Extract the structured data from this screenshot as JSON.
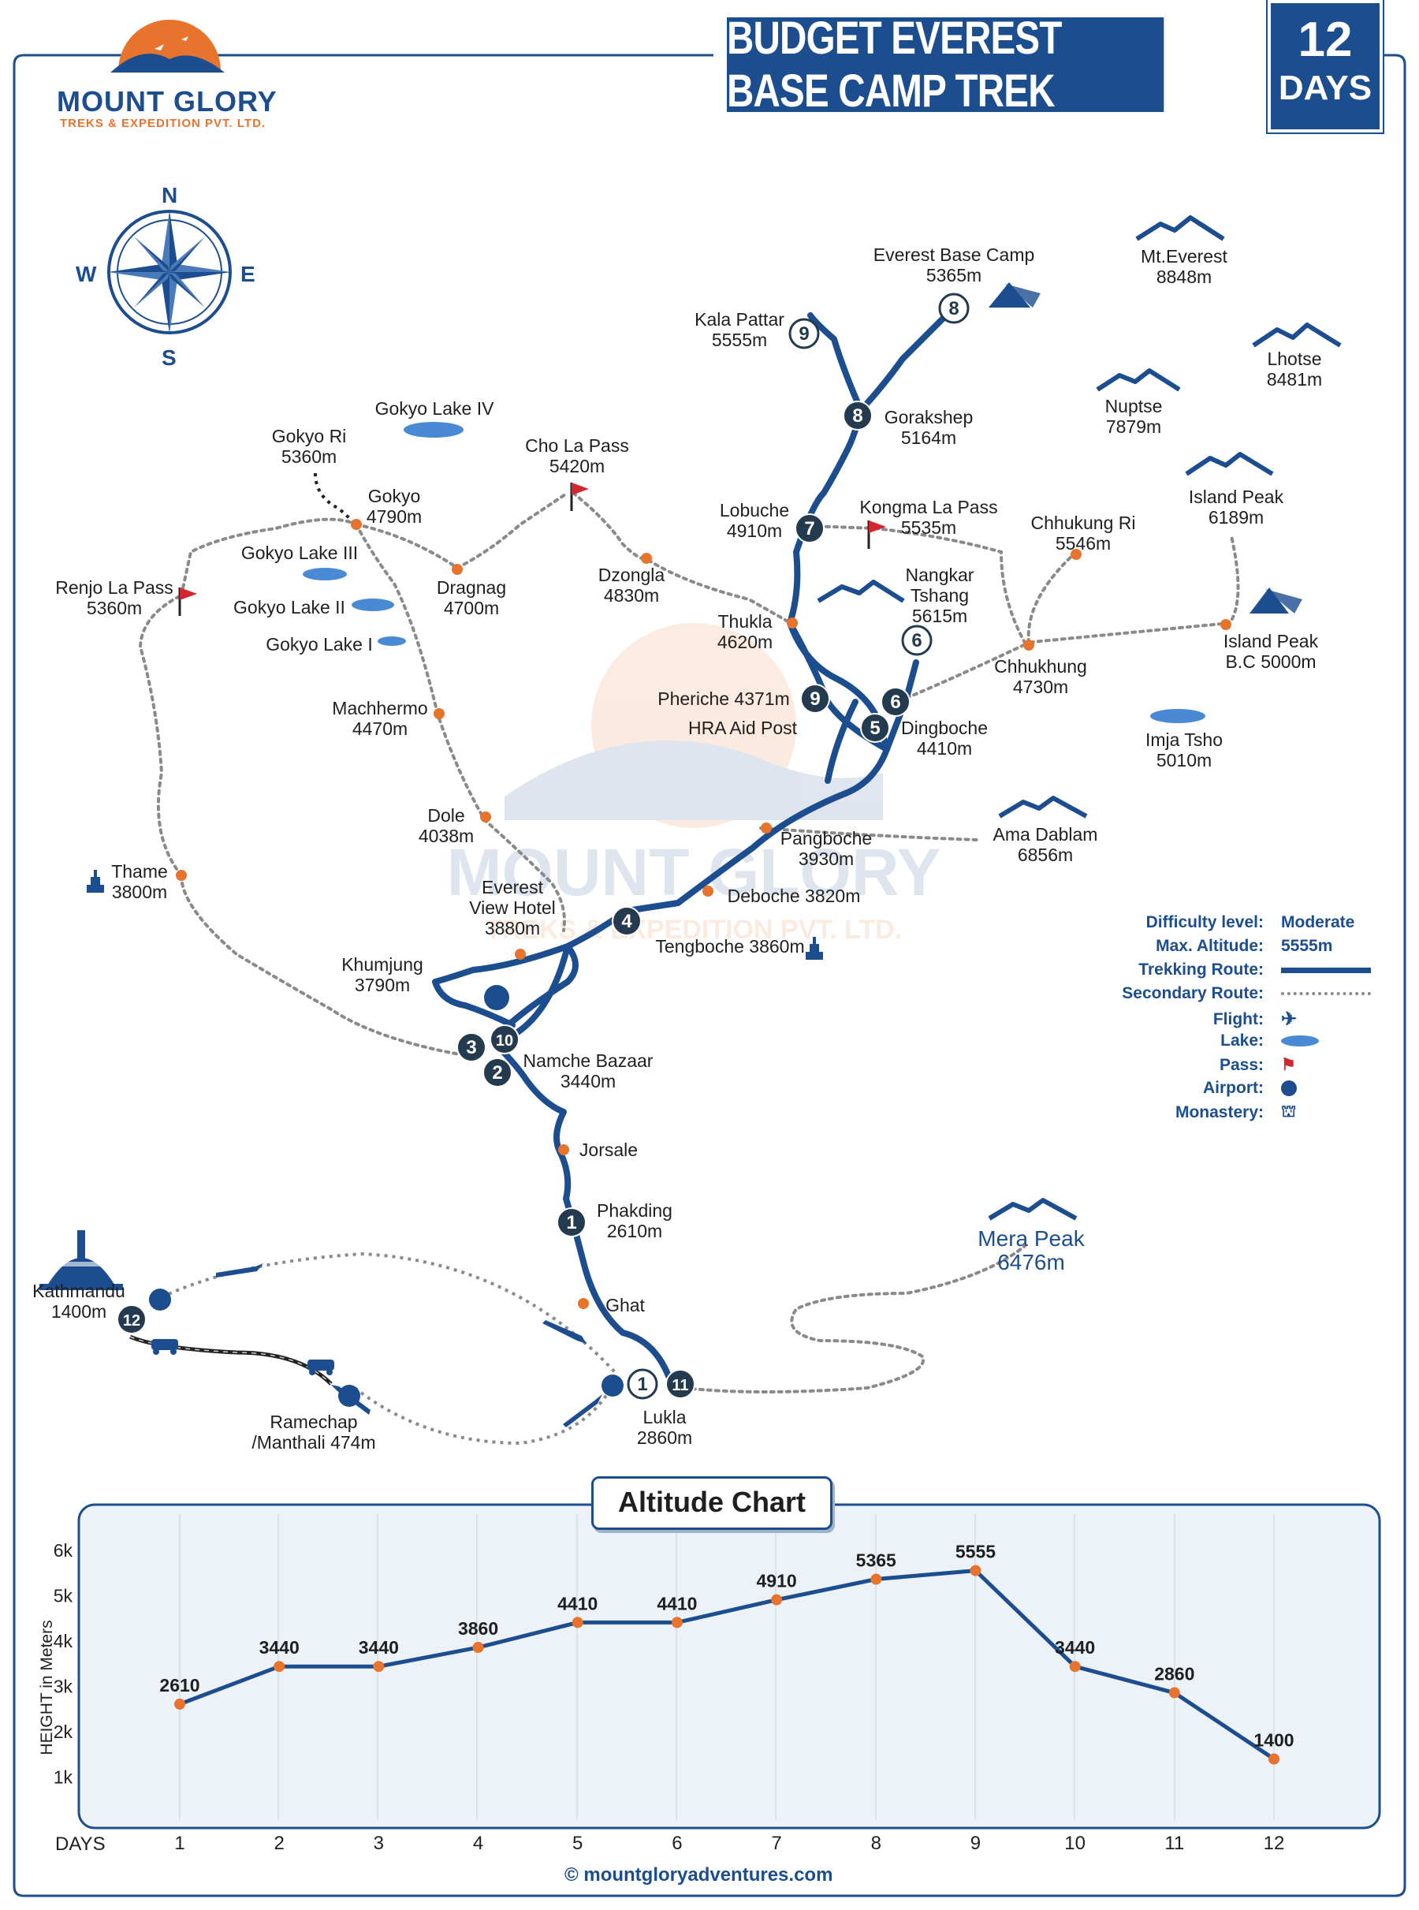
{
  "header": {
    "brand_name": "MOUNT GLORY",
    "brand_sub": "TREKS & EXPEDITION PVT. LTD.",
    "title": "BUDGET EVEREST BASE CAMP TREK",
    "days_number": "12",
    "days_label": "DAYS"
  },
  "compass": {
    "n": "N",
    "s": "S",
    "e": "E",
    "w": "W"
  },
  "places": {
    "ebc": [
      "Everest Base Camp",
      "5365m"
    ],
    "kala_pattar": [
      "Kala Pattar",
      "5555m"
    ],
    "gorakshep": [
      "Gorakshep",
      "5164m"
    ],
    "lobuche": [
      "Lobuche",
      "4910m"
    ],
    "kongma": [
      "Kongma La Pass",
      "5535m"
    ],
    "nangkar": [
      "Nangkar",
      "Tshang",
      "5615m"
    ],
    "chhukung_ri": [
      "Chhukung Ri",
      "5546m"
    ],
    "island_peak": [
      "Island Peak",
      "6189m"
    ],
    "island_bc": [
      "Island Peak",
      "B.C 5000m"
    ],
    "chhukhung": [
      "Chhukhung",
      "4730m"
    ],
    "imja": [
      "Imja Tsho",
      "5010m"
    ],
    "thukla": [
      "Thukla",
      "4620m"
    ],
    "pheriche": [
      "Pheriche 4371m"
    ],
    "hra": [
      "HRA Aid Post"
    ],
    "dingboche": [
      "Dingboche",
      "4410m"
    ],
    "ama_dablam": [
      "Ama Dablam",
      "6856m"
    ],
    "pangboche": [
      "Pangboche",
      "3930m"
    ],
    "deboche": [
      "Deboche 3820m"
    ],
    "tengboche": [
      "Tengboche 3860m"
    ],
    "everest_view": [
      "Everest",
      "View Hotel",
      "3880m"
    ],
    "khumjung": [
      "Khumjung",
      "3790m"
    ],
    "namche": [
      "Namche Bazaar",
      "3440m"
    ],
    "jorsale": [
      "Jorsale"
    ],
    "phakding": [
      "Phakding",
      "2610m"
    ],
    "ghat": [
      "Ghat"
    ],
    "lukla": [
      "Lukla",
      "2860m"
    ],
    "kathmandu": [
      "Kathmandu",
      "1400m"
    ],
    "ramechap": [
      "Ramechap",
      "/Manthali 474m"
    ],
    "mera": [
      "Mera Peak",
      "6476m"
    ],
    "thame": [
      "Thame",
      "3800m"
    ],
    "renjo": [
      "Renjo La Pass",
      "5360m"
    ],
    "gokyo_lake_iv": [
      "Gokyo Lake IV"
    ],
    "gokyo_ri": [
      "Gokyo Ri",
      "5360m"
    ],
    "gokyo": [
      "Gokyo",
      "4790m"
    ],
    "gokyo_lake_iii": [
      "Gokyo Lake III"
    ],
    "gokyo_lake_ii": [
      "Gokyo Lake II"
    ],
    "gokyo_lake_i": [
      "Gokyo Lake I"
    ],
    "dragnag": [
      "Dragnag",
      "4700m"
    ],
    "cho_la": [
      "Cho La Pass",
      "5420m"
    ],
    "dzongla": [
      "Dzongla",
      "4830m"
    ],
    "machhermo": [
      "Machhermo",
      "4470m"
    ],
    "dole": [
      "Dole",
      "4038m"
    ],
    "mt_everest": [
      "Mt.Everest",
      "8848m"
    ],
    "lhotse": [
      "Lhotse",
      "8481m"
    ],
    "nuptse": [
      "Nuptse",
      "7879m"
    ]
  },
  "day_markers": [
    "1",
    "2",
    "3",
    "4",
    "5",
    "6",
    "7",
    "8",
    "9",
    "10",
    "11",
    "12"
  ],
  "legend": {
    "difficulty_key": "Difficulty level:",
    "difficulty_val": "Moderate",
    "altitude_key": "Max. Altitude:",
    "altitude_val": "5555m",
    "trek_key": "Trekking Route:",
    "secondary_key": "Secondary Route:",
    "flight_key": "Flight:",
    "lake_key": "Lake:",
    "pass_key": "Pass:",
    "airport_key": "Airport:",
    "monastery_key": "Monastery:"
  },
  "colors": {
    "route": "#1c4e8f",
    "accent": "#e8732c",
    "lake": "#4a8ad4",
    "pass_flag": "#d22630"
  },
  "chart_data": {
    "type": "line",
    "title": "Altitude Chart",
    "xlabel": "DAYS",
    "ylabel": "HEIGHT in Meters",
    "x": [
      1,
      2,
      3,
      4,
      5,
      6,
      7,
      8,
      9,
      10,
      11,
      12
    ],
    "values": [
      2610,
      3440,
      3440,
      3860,
      4410,
      4410,
      4910,
      5365,
      5555,
      3440,
      2860,
      1400
    ],
    "y_ticks": [
      "1k",
      "2k",
      "3k",
      "4k",
      "5k",
      "6k"
    ],
    "ylim": [
      0,
      6500
    ],
    "grid": false
  },
  "footer": {
    "site": "mountgloryadventures.com",
    "copyright": "©"
  }
}
